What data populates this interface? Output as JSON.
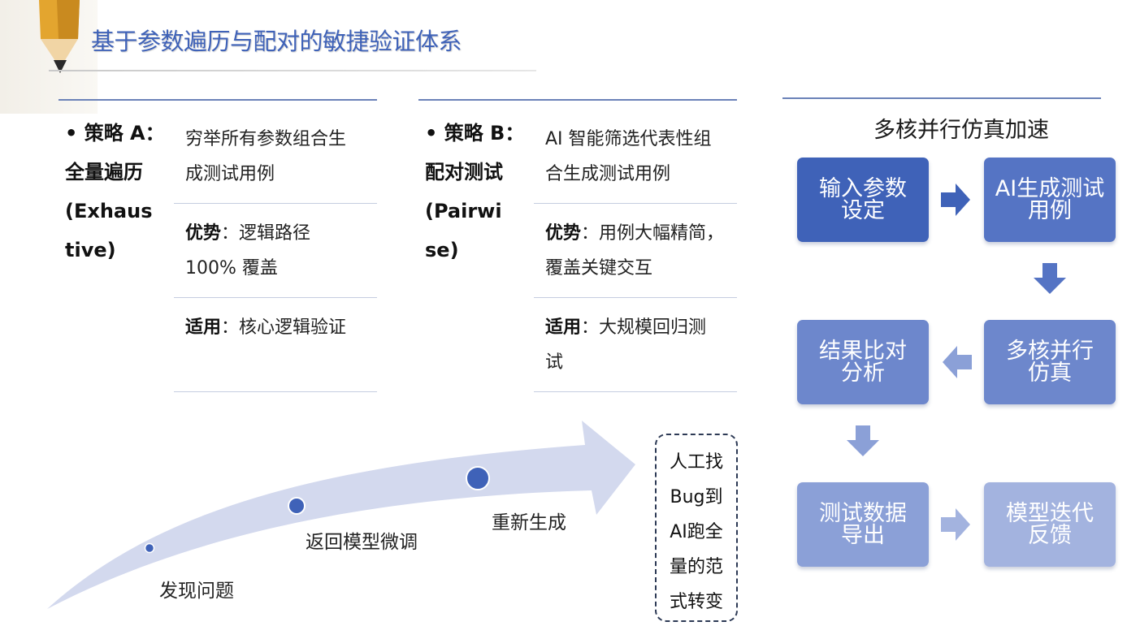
{
  "title": "基于参数遍历与配对的敏捷验证体系",
  "strategy_a": {
    "head_lines": [
      "• 策略 A：",
      "全量遍历",
      "(Exhaus",
      "tive)"
    ],
    "desc_lines": [
      "穷举所有参数组合生",
      "成测试用例"
    ],
    "advantage_label": "优势",
    "advantage_lines": [
      "：逻辑路径",
      "100% 覆盖"
    ],
    "use_label": "适用",
    "use_lines": [
      "：核心逻辑验证"
    ]
  },
  "strategy_b": {
    "head_lines": [
      "• 策略 B：",
      "配对测试",
      "(Pairwi",
      "se)"
    ],
    "desc_lines": [
      "AI 智能筛选代表性组",
      "合生成测试用例"
    ],
    "advantage_label": "优势",
    "advantage_lines": [
      "：用例大幅精简，",
      "覆盖关键交互"
    ],
    "use_label": "适用",
    "use_lines": [
      "：大规模回归测",
      "试"
    ]
  },
  "curve": {
    "labels": [
      "发现问题",
      "返回模型微调",
      "重新生成"
    ],
    "note_lines": [
      "人工找",
      "Bug到",
      "AI跑全",
      "量的范",
      "式转变"
    ]
  },
  "flow": {
    "title": "多核并行仿真加速",
    "steps": [
      [
        "输入参数",
        "设定"
      ],
      [
        "AI生成测试",
        "用例"
      ],
      [
        "多核并行",
        "仿真"
      ],
      [
        "结果比对",
        "分析"
      ],
      [
        "测试数据",
        "导出"
      ],
      [
        "模型迭代",
        "反馈"
      ]
    ]
  },
  "colors": {
    "title": "#3f62b8",
    "box_dark": "#3f62b8",
    "box_light": "#a3b3df",
    "curve": "#d3d9ee",
    "dot": "#3f62b8"
  }
}
